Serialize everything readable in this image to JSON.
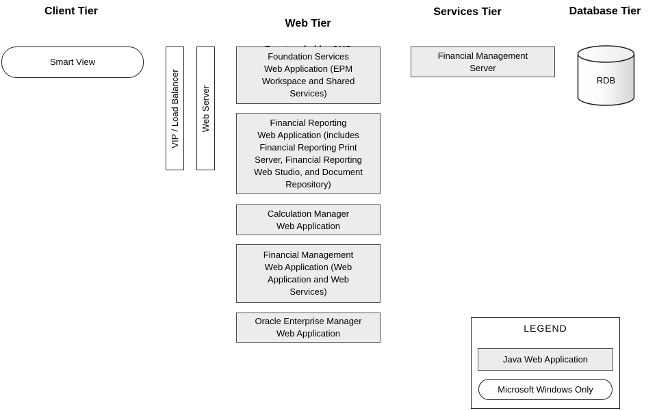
{
  "tiers": {
    "client": {
      "heading": "Client Tier"
    },
    "web": {
      "heading": "Web Tier",
      "subheading": "Front-ended by OHS"
    },
    "services": {
      "heading": "Services Tier"
    },
    "database": {
      "heading": "Database Tier"
    }
  },
  "nodes": {
    "smart_view": {
      "label": "Smart View",
      "type": "microsoft-windows-only"
    },
    "vip_load_balancer": {
      "label": "VIP / Load Balancer"
    },
    "web_server": {
      "label": "Web Server"
    },
    "foundation_services": {
      "label": "Foundation Services\nWeb Application (EPM\nWorkspace and Shared\nServices)",
      "type": "java-web-application"
    },
    "financial_reporting": {
      "label": "Financial Reporting\nWeb Application (includes\nFinancial Reporting Print\nServer, Financial Reporting\nWeb Studio, and Document\nRepository)",
      "type": "java-web-application"
    },
    "calculation_manager": {
      "label": "Calculation Manager\nWeb Application",
      "type": "java-web-application"
    },
    "financial_management_web": {
      "label": "Financial Management\nWeb Application (Web\nApplication and Web\nServices)",
      "type": "java-web-application"
    },
    "oracle_enterprise_manager": {
      "label": "Oracle Enterprise Manager\nWeb Application",
      "type": "java-web-application"
    },
    "financial_management_server": {
      "label": "Financial Management\nServer",
      "type": "java-web-application"
    },
    "rdb": {
      "label": "RDB",
      "shape": "database-cylinder"
    }
  },
  "legend": {
    "title": "LEGEND",
    "items": [
      {
        "label": "Java Web Application",
        "style": "gray-box"
      },
      {
        "label": "Microsoft Windows Only",
        "style": "white-rounded-box"
      }
    ]
  },
  "colors": {
    "background": "#ffffff",
    "gray_box_fill": "#ececec",
    "gray_box_border": "#4d4d4d",
    "shape_outline": "#1f1f1f",
    "text": "#000000",
    "cylinder_gradient_start": "#ffffff",
    "cylinder_gradient_end": "#d5d5d5"
  }
}
